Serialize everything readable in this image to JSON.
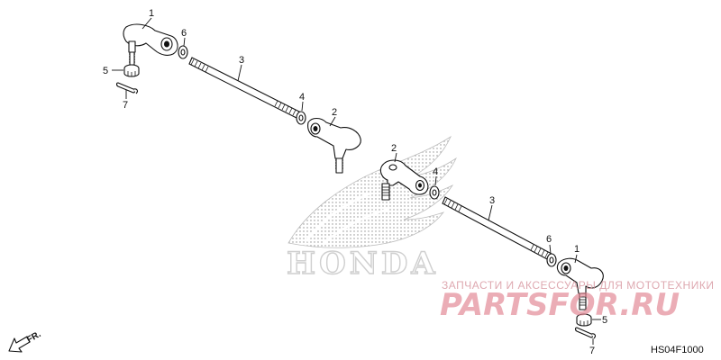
{
  "diagram": {
    "part_code": "HS04F1000",
    "direction_label": "FR.",
    "logo_text": "HONDA",
    "watermark": {
      "caption": "ЗАПЧАСТИ И АКСЕССУАРЫ ДЛЯ МОТОТЕХНИКИ",
      "brand": "PARTSFOR.RU"
    },
    "callouts": {
      "upper": {
        "c1": "1",
        "c6": "6",
        "c3": "3",
        "c5": "5",
        "c7": "7",
        "c4": "4",
        "c2": "2"
      },
      "lower": {
        "c2": "2",
        "c4": "4",
        "c3": "3",
        "c6": "6",
        "c1": "1",
        "c5": "5",
        "c7": "7"
      }
    }
  },
  "colors": {
    "line": "#111111",
    "watermark_brand": "#e07f8c",
    "watermark_caption": "#d99aa3",
    "logo": "#cfcfcf"
  }
}
